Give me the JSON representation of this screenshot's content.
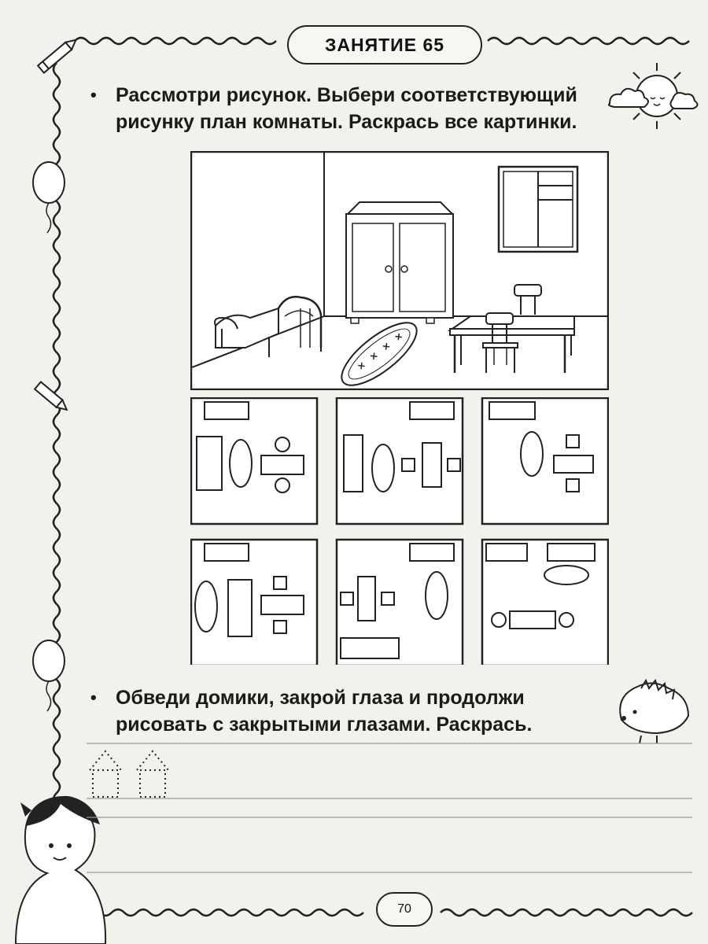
{
  "header": {
    "title": "ЗАНЯТИЕ 65"
  },
  "task1": {
    "bullet": "•",
    "line1": "Рассмотри рисунок. Выбери соответствующий",
    "line2": "рисунку план комнаты. Раскрась все картинки."
  },
  "task2": {
    "bullet": "•",
    "line1": "Обведи домики, закрой глаза и продолжи",
    "line2": "рисовать с закрытыми глазами. Раскрась."
  },
  "footer": {
    "page_number": "70"
  },
  "icons": {
    "sun": "sun-cloud-icon",
    "hedgehog": "hedgehog-icon",
    "pencil": "pencil-icon",
    "balloon": "balloon-icon",
    "girl": "girl-illustration"
  },
  "plans": [
    {
      "id": 1,
      "label": "plan-option-1"
    },
    {
      "id": 2,
      "label": "plan-option-2"
    },
    {
      "id": 3,
      "label": "plan-option-3"
    },
    {
      "id": 4,
      "label": "plan-option-4"
    },
    {
      "id": 5,
      "label": "plan-option-5"
    },
    {
      "id": 6,
      "label": "plan-option-6"
    }
  ]
}
